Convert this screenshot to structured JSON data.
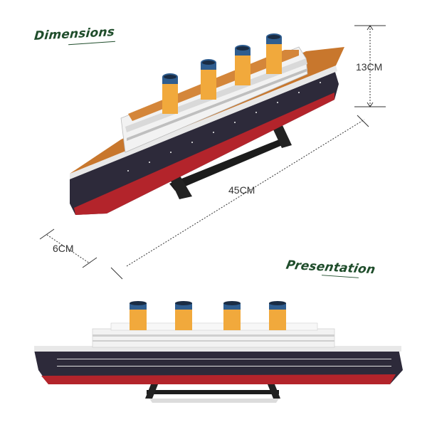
{
  "headings": {
    "dimensions": "Dimensions",
    "presentation": "Presentation"
  },
  "measurements": {
    "height": "13CM",
    "length": "45CM",
    "width": "6CM"
  },
  "colors": {
    "heading": "#1f4d2b",
    "hull_dark": "#2d2a3a",
    "hull_red": "#b3242b",
    "deck": "#c8772d",
    "funnel": "#f1a93c",
    "funnel_top": "#2f5d8f",
    "superstructure": "#f2f2f2"
  }
}
